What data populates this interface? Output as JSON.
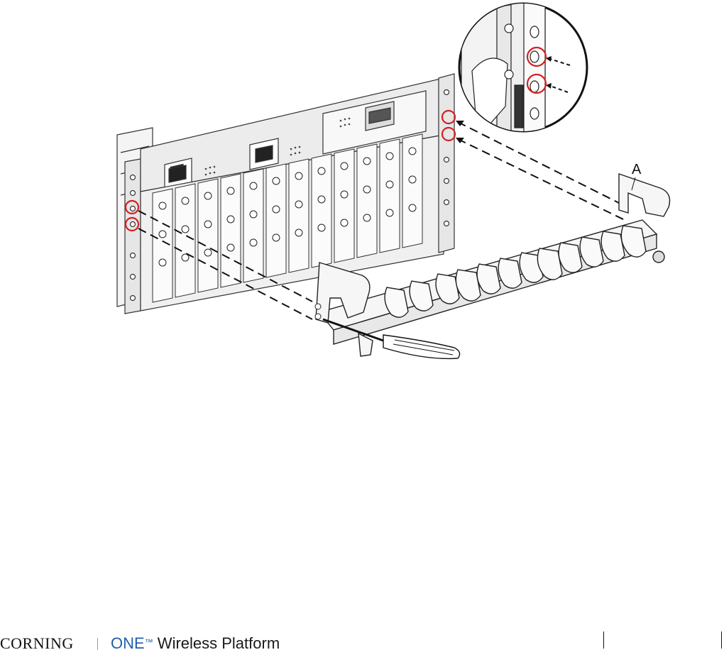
{
  "figure": {
    "callout_label": "A"
  },
  "footer": {
    "brand": "CORNING",
    "product_one": "ONE",
    "product_tm": "™",
    "product_rest": " Wireless Platform"
  }
}
